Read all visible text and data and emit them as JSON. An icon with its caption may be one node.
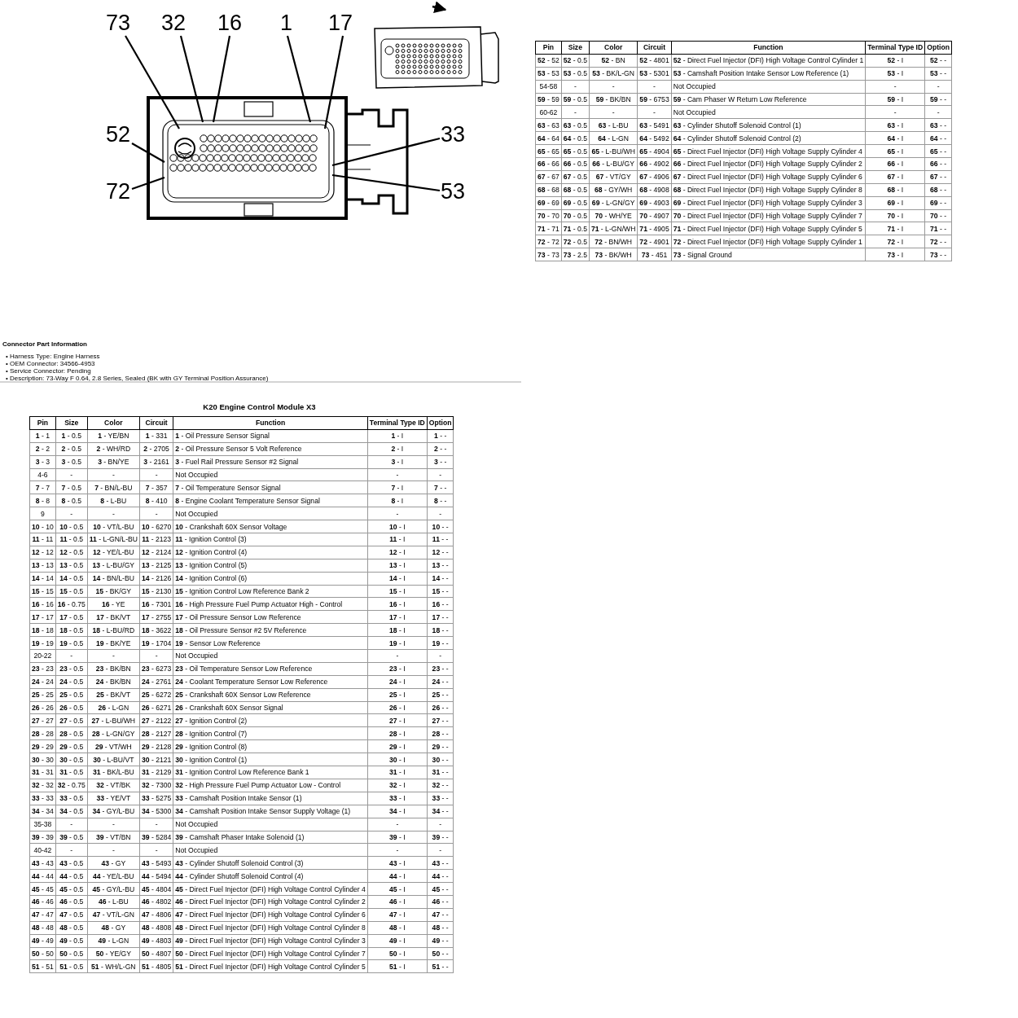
{
  "diagram": {
    "title": "K20 Engine Control Module X3",
    "nodes": [
      {
        "text": [
          "73"
        ]
      },
      {
        "text": [
          "32"
        ]
      },
      {
        "text": [
          "16"
        ]
      },
      {
        "text": [
          "1"
        ]
      },
      {
        "text": [
          "17"
        ]
      },
      {
        "text": [
          "52"
        ]
      },
      {
        "text": [
          "72"
        ]
      },
      {
        "text": [
          "33"
        ]
      },
      {
        "text": [
          "53"
        ]
      }
    ],
    "edges": [
      {
        "from": 0,
        "to": null,
        "arrow": "none"
      },
      {
        "from": 1,
        "to": null,
        "arrow": "none"
      },
      {
        "from": 2,
        "to": null,
        "arrow": "none"
      },
      {
        "from": 3,
        "to": null,
        "arrow": "none"
      },
      {
        "from": 4,
        "to": null,
        "arrow": "none"
      },
      {
        "from": 5,
        "to": null,
        "arrow": "none"
      },
      {
        "from": 6,
        "to": null,
        "arrow": "none"
      },
      {
        "from": 7,
        "to": null,
        "arrow": "none"
      },
      {
        "from": 8,
        "to": null,
        "arrow": "none"
      }
    ],
    "labels": [
      "Pin",
      "Size",
      "Color",
      "Circuit",
      "Function",
      "Terminal Type ID",
      "Option",
      "**52** - 52",
      "**52** - 0.5",
      "**52** - BN",
      "**52** - 4801",
      "**52** - Direct Fuel Injector (DFI) High Voltage Control Cylinder 1",
      "**52** - I",
      "**52** - -",
      "**53** - 53",
      "**53** - 0.5",
      "**53** - BK/L-GN",
      "**53** - 5301",
      "**53** - Camshaft Position Intake Sensor Low Reference (1)",
      "**53** - I",
      "**53** - -",
      "54-58",
      "-",
      "-",
      "-",
      "Not Occupied",
      "-",
      "-",
      "**59** - 59",
      "**59** - 0.5",
      "**59** - BK/BN",
      "**59** - 6753",
      "**59** - Cam Phaser W Return Low Reference",
      "**59** - I",
      "**59** - -",
      "60-62",
      "-",
      "-",
      "-",
      "Not Occupied",
      "-",
      "-",
      "**63** - 63",
      "**63** - 0.5",
      "**63** - L-BU",
      "**63** - 5491",
      "**63** - Cylinder Shutoff Solenoid Control (1)",
      "**63** - I",
      "**63** - -",
      "**64** - 64",
      "**64** - 0.5",
      "**64** - L-GN",
      "**64** - 5492",
      "**64** - Cylinder Shutoff Solenoid Control (2)",
      "**64** - I",
      "**64** - -",
      "**65** - 65",
      "**65** - 0.5",
      "**65** - L-BU/WH",
      "**65** - 4904",
      "**65** - Direct Fuel Injector (DFI) High Voltage Supply Cylinder 4",
      "**65** - I",
      "**65** - -",
      "**66** - 66",
      "**66** - 0.5",
      "**66** - L-BU/GY",
      "**66** - 4902",
      "**66** - Direct Fuel Injector (DFI) High Voltage Supply Cylinder 2",
      "**66** - I",
      "**66** - -",
      "**67** - 67",
      "**67** - 0.5",
      "**67** - VT/GY",
      "**67** - 4906",
      "**67** - Direct Fuel Injector (DFI) High Voltage Supply Cylinder 6",
      "**67** - I",
      "**67** - -",
      "**68** - 68",
      "**68** - 0.5",
      "**68** - GY/WH",
      "**68** - 4908",
      "**68** - Direct Fuel Injector (DFI) High Voltage Supply Cylinder 8",
      "**68** - I",
      "**68** - -",
      "**69** - 69",
      "**69** - 0.5",
      "**69** - L-GN/GY",
      "**69** - 4903",
      "**69** - Direct Fuel Injector (DFI) High Voltage Supply Cylinder 3",
      "**69** - I",
      "**69** - -",
      "**70** - 70",
      "**70** - 0.5",
      "**70** - WH/YE",
      "**70** - 4907",
      "**70** - Direct Fuel Injector (DFI) High Voltage Supply Cylinder 7",
      "**70** - I",
      "**70** - -",
      "**71** - 71",
      "**71** - 0.5",
      "**71** - L-GN/WH",
      "**71** - 4905",
      "**71** - Direct Fuel Injector (DFI) High Voltage Supply Cylinder 5",
      "**71** - I",
      "**71** - -",
      "**72** - 72",
      "**72** - 0.5",
      "**72** - BN/WH",
      "**72** - 4901",
      "**72** - Direct Fuel Injector (DFI) High Voltage Supply Cylinder 1",
      "**72** - I",
      "**72** - -",
      "**73** - 73",
      "**73** - 2.5",
      "**73** - BK/WH",
      "**73** - 451",
      "**73** - Signal Ground",
      "**73** - I",
      "**73** - -",
      "Connector Part Information",
      "• Harness Type: Engine Harness",
      "• OEM Connector: 34566-4953",
      "• Service Connector: Pending",
      "• Description: 73-Way F 0.64, 2.8 Series, Sealed (BK with GY Terminal Position Assurance)",
      "Pin",
      "Size",
      "Color",
      "Circuit",
      "Function",
      "Terminal Type ID",
      "Option",
      "**1** - 1",
      "**1** - 0.5",
      "**1** - YE/BN",
      "**1** - 331",
      "**1** - Oil Pressure Sensor Signal",
      "**1** - I",
      "**1** - -",
      "**2** - 2",
      "**2** - 0.5",
      "**2** - WH/RD",
      "**2** - 2705",
      "**2** - Oil Pressure Sensor 5 Volt Reference",
      "**2** - I",
      "**2** - -",
      "**3** - 3",
      "**3** - 0.5",
      "**3** - BN/YE",
      "**3** - 2161",
      "**3** - Fuel Rail Pressure Sensor #2 Signal",
      "**3** - I",
      "**3** - -",
      "4-6",
      "-",
      "-",
      "-",
      "Not Occupied",
      "-",
      "-",
      "**7** - 7",
      "**7** - 0.5",
      "**7** - BN/L-BU",
      "**7** - 357",
      "**7** - Oil Temperature Sensor Signal",
      "**7** - I",
      "**7** - -",
      "**8** - 8",
      "**8** - 0.5",
      "**8** - L-BU",
      "**8** - 410",
      "**8** - Engine Coolant Temperature Sensor Signal",
      "**8** - I",
      "**8** - -",
      "9",
      "-",
      "-",
      "-",
      "Not Occupied",
      "-",
      "-",
      "**10** - 10",
      "**10** - 0.5",
      "**10** - VT/L-BU",
      "**10** - 6270",
      "**10** - Crankshaft 60X Sensor Voltage",
      "**10** - I",
      "**10** - -",
      "**11** - 11",
      "**11** - 0.5",
      "**11** - L-GN/L-BU",
      "**11** - 2123",
      "**11** - Ignition Control (3)",
      "**11** - I",
      "**11** - -",
      "**12** - 12",
      "**12** - 0.5",
      "**12** - YE/L-BU",
      "**12** - 2124",
      "**12** - Ignition Control (4)",
      "**12** - I",
      "**12** - -",
      "**13** - 13",
      "**13** - 0.5",
      "**13** - L-BU/GY",
      "**13** - 2125",
      "**13** - Ignition Control (5)",
      "**13** - I",
      "**13** - -",
      "**14** - 14",
      "**14** - 0.5",
      "**14** - BN/L-BU",
      "**14** - 2126",
      "**14** - Ignition Control (6)",
      "**14** - I",
      "**14** - -",
      "**15** - 15",
      "**15** - 0.5",
      "**15** - BK/GY",
      "**15** - 2130",
      "**15** - Ignition Control Low Reference Bank 2",
      "**15** - I",
      "**15** - -",
      "**16** - 16",
      "**16** - 0.75",
      "**16** - YE",
      "**16** - 7301",
      "**16** - High Pressure Fuel Pump Actuator High - Control",
      "**16** - I",
      "**16** - -",
      "**17** - 17",
      "**17** - 0.5",
      "**17** - BK/VT",
      "**17** - 2755",
      "**17** - Oil Pressure Sensor Low Reference",
      "**17** - I",
      "**17** - -",
      "**18** - 18",
      "**18** - 0.5",
      "**18** - L-BU/RD",
      "**18** - 3622",
      "**18** - Oil Pressure Sensor #2 5V Reference",
      "**18** - I",
      "**18** - -",
      "**19** - 19",
      "**19** - 0.5",
      "**19** - BK/YE",
      "**19** - 1704",
      "**19** - Sensor Low Reference",
      "**19** - I",
      "**19** - -",
      "20-22",
      "-",
      "-",
      "-",
      "Not Occupied",
      "-",
      "-",
      "**23** - 23",
      "**23** - 0.5",
      "**23** - BK/BN",
      "**23** - 6273",
      "**23** - Oil Temperature Sensor Low Reference",
      "**23** - I",
      "**23** - -",
      "**24** - 24",
      "**24** - 0.5",
      "**24** - BK/BN",
      "**24** - 2761",
      "**24** - Coolant Temperature Sensor Low Reference",
      "**24** - I",
      "**24** - -",
      "**25** - 25",
      "**25** - 0.5",
      "**25** - BK/VT",
      "**25** - 6272",
      "**25** - Crankshaft 60X Sensor Low Reference",
      "**25** - I",
      "**25** - -",
      "**26** - 26",
      "**26** - 0.5",
      "**26** - L-GN",
      "**26** - 6271",
      "**26** - Crankshaft 60X Sensor Signal",
      "**26** - I",
      "**26** - -",
      "**27** - 27",
      "**27** - 0.5",
      "**27** - L-BU/WH",
      "**27** - 2122",
      "**27** - Ignition Control (2)",
      "**27** - I",
      "**27** - -",
      "**28** - 28",
      "**28** - 0.5",
      "**28** - L-GN/GY",
      "**28** - 2127",
      "**28** - Ignition Control (7)",
      "**28** - I",
      "**28** - -",
      "**29** - 29",
      "**29** - 0.5",
      "**29** - VT/WH",
      "**29** - 2128",
      "**29** - Ignition Control (8)",
      "**29** - I",
      "**29** - -",
      "**30** - 30",
      "**30** - 0.5",
      "**30** - L-BU/VT",
      "**30** - 2121",
      "**30** - Ignition Control (1)",
      "**30** - I",
      "**30** - -",
      "**31** - 31",
      "**31** - 0.5",
      "**31** - BK/L-BU",
      "**31** - 2129",
      "**31** - Ignition Control Low Reference Bank 1",
      "**31** - I",
      "**31** - -",
      "**32** - 32",
      "**32** - 0.75",
      "**32** - VT/BK",
      "**32** - 7300",
      "**32** - High Pressure Fuel Pump Actuator Low - Control",
      "**32** - I",
      "**32** - -",
      "**33** - 33",
      "**33** - 0.5",
      "**33** - YE/VT",
      "**33** - 5275",
      "**33** - Camshaft Position Intake Sensor (1)",
      "**33** - I",
      "**33** - -",
      "**34** - 34",
      "**34** - 0.5",
      "**34** - GY/L-BU",
      "**34** - 5300",
      "**34** - Camshaft Position Intake Sensor Supply Voltage (1)",
      "**34** - I",
      "**34** - -",
      "35-38",
      "-",
      "-",
      "-",
      "Not Occupied",
      "-",
      "-",
      "**39** - 39",
      "**39** - 0.5",
      "**39** - VT/BN",
      "**39** - 5284",
      "**39** - Camshaft Phaser Intake Solenoid (1)",
      "**39** - I",
      "**39** - -",
      "40-42",
      "-",
      "-",
      "-",
      "Not Occupied",
      "-",
      "-",
      "**43** - 43",
      "**43** - 0.5",
      "**43** - GY",
      "**43** - 5493",
      "**43** - Cylinder Shutoff Solenoid Control (3)",
      "**43** - I",
      "**43** - -",
      "**44** - 44",
      "**44** - 0.5",
      "**44** - YE/L-BU",
      "**44** - 5494",
      "**44** - Cylinder Shutoff Solenoid Control (4)",
      "**44** - I",
      "**44** - -",
      "**45** - 45",
      "**45** - 0.5",
      "**45** - GY/L-BU",
      "**45** - 4804",
      "**45** - Direct Fuel Injector (DFI) High Voltage Control Cylinder 4",
      "**45** - I",
      "**45** - -",
      "**46** - 46",
      "**46** - 0.5",
      "**46** - L-BU",
      "**46** - 4802",
      "**46** - Direct Fuel Injector (DFI) High Voltage Control Cylinder 2",
      "**46** - I",
      "**46** - -",
      "**47** - 47",
      "**47** - 0.5",
      "**47** - VT/L-GN",
      "**47** - 4806",
      "**47** - Direct Fuel Injector (DFI) High Voltage Control Cylinder 6",
      "**47** - I",
      "**47** - -",
      "**48** - 48",
      "**48** - 0.5",
      "**48** - GY",
      "**48** - 4808",
      "**48** - Direct Fuel Injector (DFI) High Voltage Control Cylinder 8",
      "**48** - I",
      "**48** - -",
      "**49** - 49",
      "**49** - 0.5",
      "**49** - L-GN",
      "**49** - 4803",
      "**49** - Direct Fuel Injector (DFI) High Voltage Control Cylinder 3",
      "**49** - I",
      "**49** - -",
      "**50** - 50",
      "**50** - 0.5",
      "**50** - YE/GY",
      "**50** - 4807",
      "**50** - Direct Fuel Injector (DFI) High Voltage Control Cylinder 7",
      "**50** - I",
      "**50** - -",
      "**51** - 51",
      "**51** - 0.5",
      "**51** - WH/L-GN",
      "**51** - 4805",
      "**51** - Direct Fuel Injector (DFI) High Voltage Control Cylinder 5",
      "**51** - I",
      "**51** - -"
    ]
  }
}
